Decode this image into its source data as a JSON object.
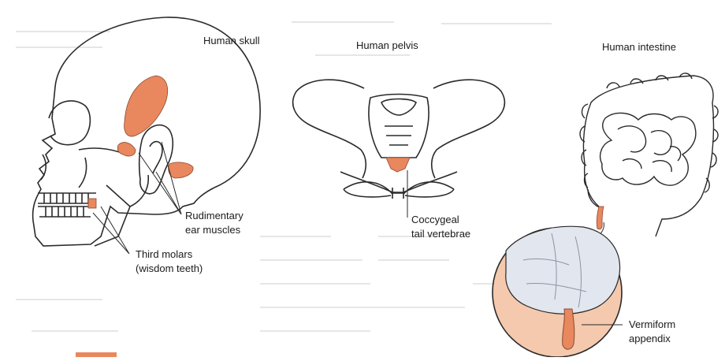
{
  "panels": {
    "skull": {
      "title": "Human skull"
    },
    "pelvis": {
      "title": "Human pelvis"
    },
    "intestine": {
      "title": "Human intestine"
    }
  },
  "labels": {
    "ear_muscles": [
      "Rudimentary",
      "ear muscles"
    ],
    "molars": [
      "Third molars",
      "(wisdom teeth)"
    ],
    "coccygeal": [
      "Coccygeal",
      "tail vertebrae"
    ],
    "appendix": [
      "Vermiform",
      "appendix"
    ]
  },
  "colors": {
    "highlight": "#e9875e",
    "outline": "#2a2a2a",
    "zoom_bg": "#f4c9ad",
    "zoom_gut": "#e2e6ee"
  }
}
